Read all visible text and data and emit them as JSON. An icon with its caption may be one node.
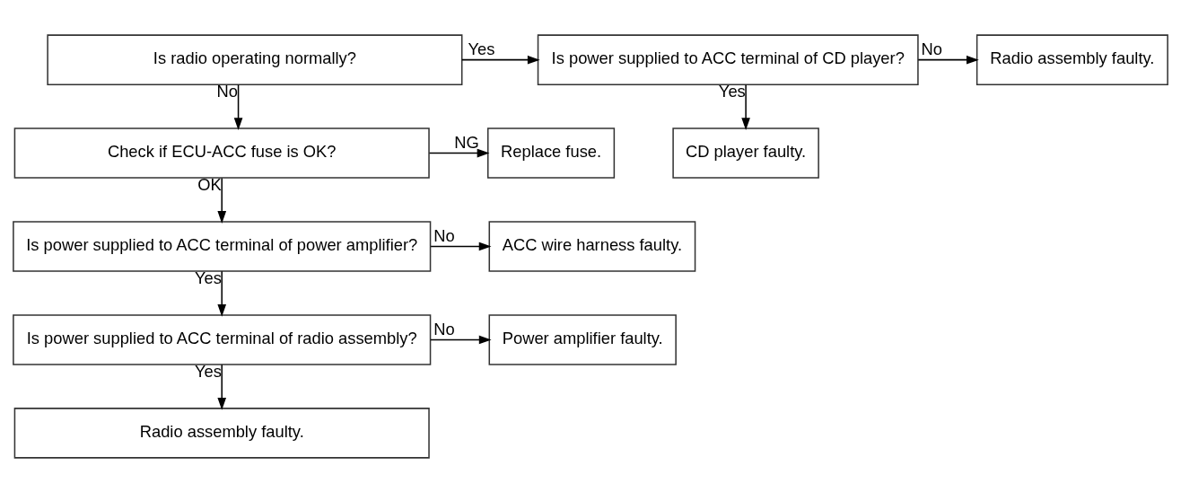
{
  "diagram": {
    "nodes": [
      {
        "text": [
          "Is radio operating normally?"
        ]
      },
      {
        "text": [
          "Is power supplied to ACC terminal of CD player?"
        ]
      },
      {
        "text": [
          "Radio assembly faulty."
        ]
      },
      {
        "text": [
          "CD player faulty."
        ]
      },
      {
        "text": [
          "Check if ECU-ACC fuse is OK?"
        ]
      },
      {
        "text": [
          "Replace fuse."
        ]
      },
      {
        "text": [
          "Is power supplied to ACC terminal of power amplifier?"
        ]
      },
      {
        "text": [
          "ACC wire harness faulty."
        ]
      },
      {
        "text": [
          "Is power supplied to ACC terminal of radio assembly?"
        ]
      },
      {
        "text": [
          "Power amplifier faulty."
        ]
      },
      {
        "text": [
          "Radio assembly faulty."
        ]
      }
    ],
    "edges": [
      {
        "from": 0,
        "to": 1,
        "arrow": "to",
        "label": "Yes"
      },
      {
        "from": 1,
        "to": 2,
        "arrow": "to",
        "label": "No"
      },
      {
        "from": 1,
        "to": 3,
        "arrow": "to",
        "label": "Yes"
      },
      {
        "from": 0,
        "to": 4,
        "arrow": "to",
        "label": "No"
      },
      {
        "from": 4,
        "to": 5,
        "arrow": "to",
        "label": "NG"
      },
      {
        "from": 4,
        "to": 6,
        "arrow": "to",
        "label": "OK"
      },
      {
        "from": 6,
        "to": 7,
        "arrow": "to",
        "label": "No"
      },
      {
        "from": 6,
        "to": 8,
        "arrow": "to",
        "label": "Yes"
      },
      {
        "from": 8,
        "to": 9,
        "arrow": "to",
        "label": "No"
      },
      {
        "from": 8,
        "to": 10,
        "arrow": "to",
        "label": "Yes"
      }
    ]
  }
}
